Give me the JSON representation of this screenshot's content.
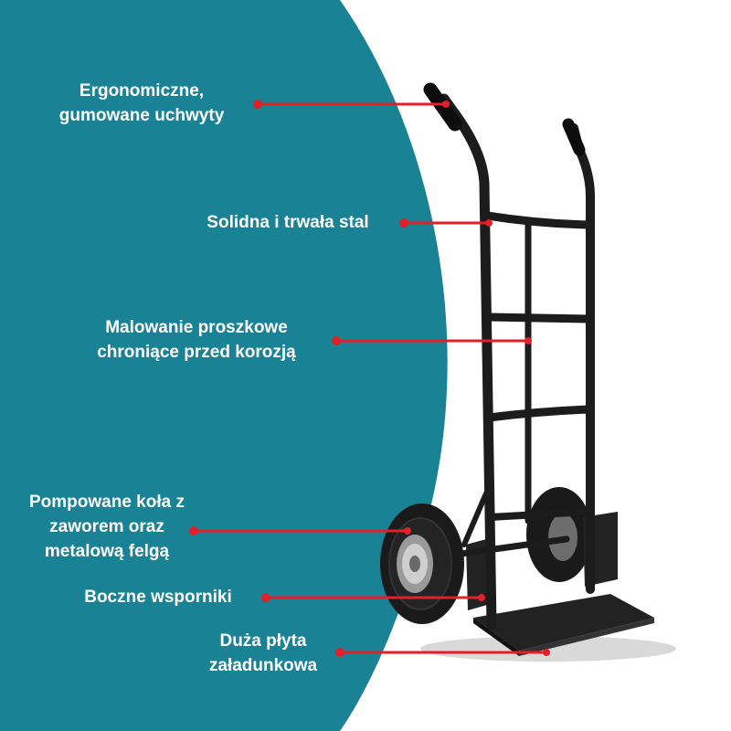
{
  "colors": {
    "background_panel": "#1a8295",
    "background_page": "#ffffff",
    "label_text": "#ffffff",
    "callout_line": "#e2202a",
    "trolley_metal": "#1c1c1c"
  },
  "callouts": [
    {
      "lines": [
        "Ergonomiczne,",
        "gumowane uchwyty"
      ]
    },
    {
      "lines": [
        "Solidna i trwała stal"
      ]
    },
    {
      "lines": [
        "Malowanie proszkowe",
        "chroniące przed korozją"
      ]
    },
    {
      "lines": [
        "Pompowane koła z",
        "zaworem oraz",
        "metalową felgą"
      ]
    },
    {
      "lines": [
        "Boczne wsporniki"
      ]
    },
    {
      "lines": [
        "Duża płyta",
        "załadunkowa"
      ]
    }
  ]
}
